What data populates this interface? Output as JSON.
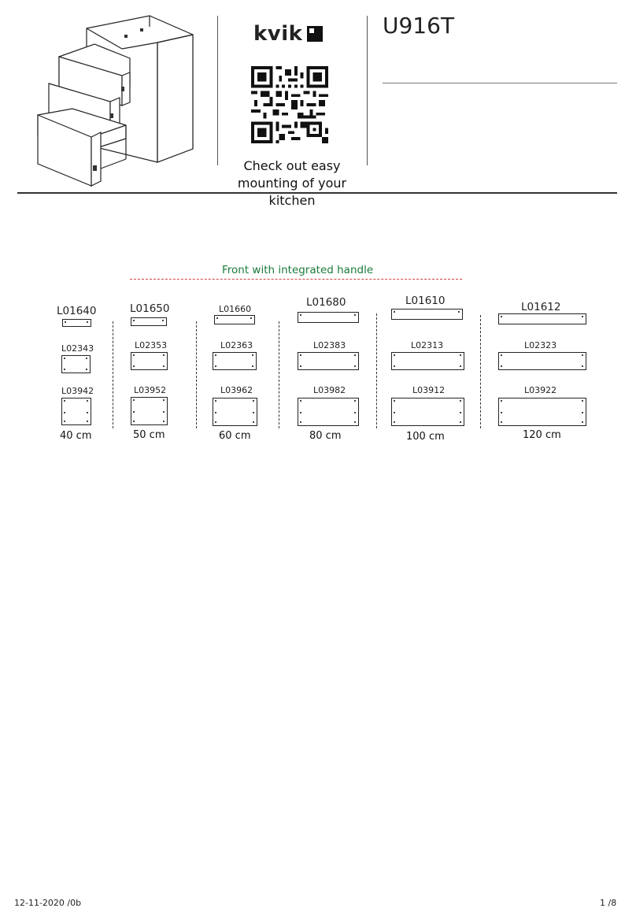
{
  "header": {
    "brand": "kvik",
    "model": "U916T",
    "qr_caption_line1": "Check out easy",
    "qr_caption_line2": "mounting of your kitchen"
  },
  "section_title": "Front with integrated handle",
  "columns": [
    {
      "top": "L01640",
      "middle": "L02343",
      "bottom": "L03942",
      "size": "40 cm"
    },
    {
      "top": "L01650",
      "middle": "L02353",
      "bottom": "L03952",
      "size": "50 cm"
    },
    {
      "top": "L01660",
      "middle": "L02363",
      "bottom": "L03962",
      "size": "60 cm"
    },
    {
      "top": "L01680",
      "middle": "L02383",
      "bottom": "L03982",
      "size": "80 cm"
    },
    {
      "top": "L01610",
      "middle": "L02313",
      "bottom": "L03912",
      "size": "100 cm"
    },
    {
      "top": "L01612",
      "middle": "L02323",
      "bottom": "L03922",
      "size": "120 cm"
    }
  ],
  "footer": {
    "date": "12-11-2020 /0b",
    "page": "1 /8"
  }
}
